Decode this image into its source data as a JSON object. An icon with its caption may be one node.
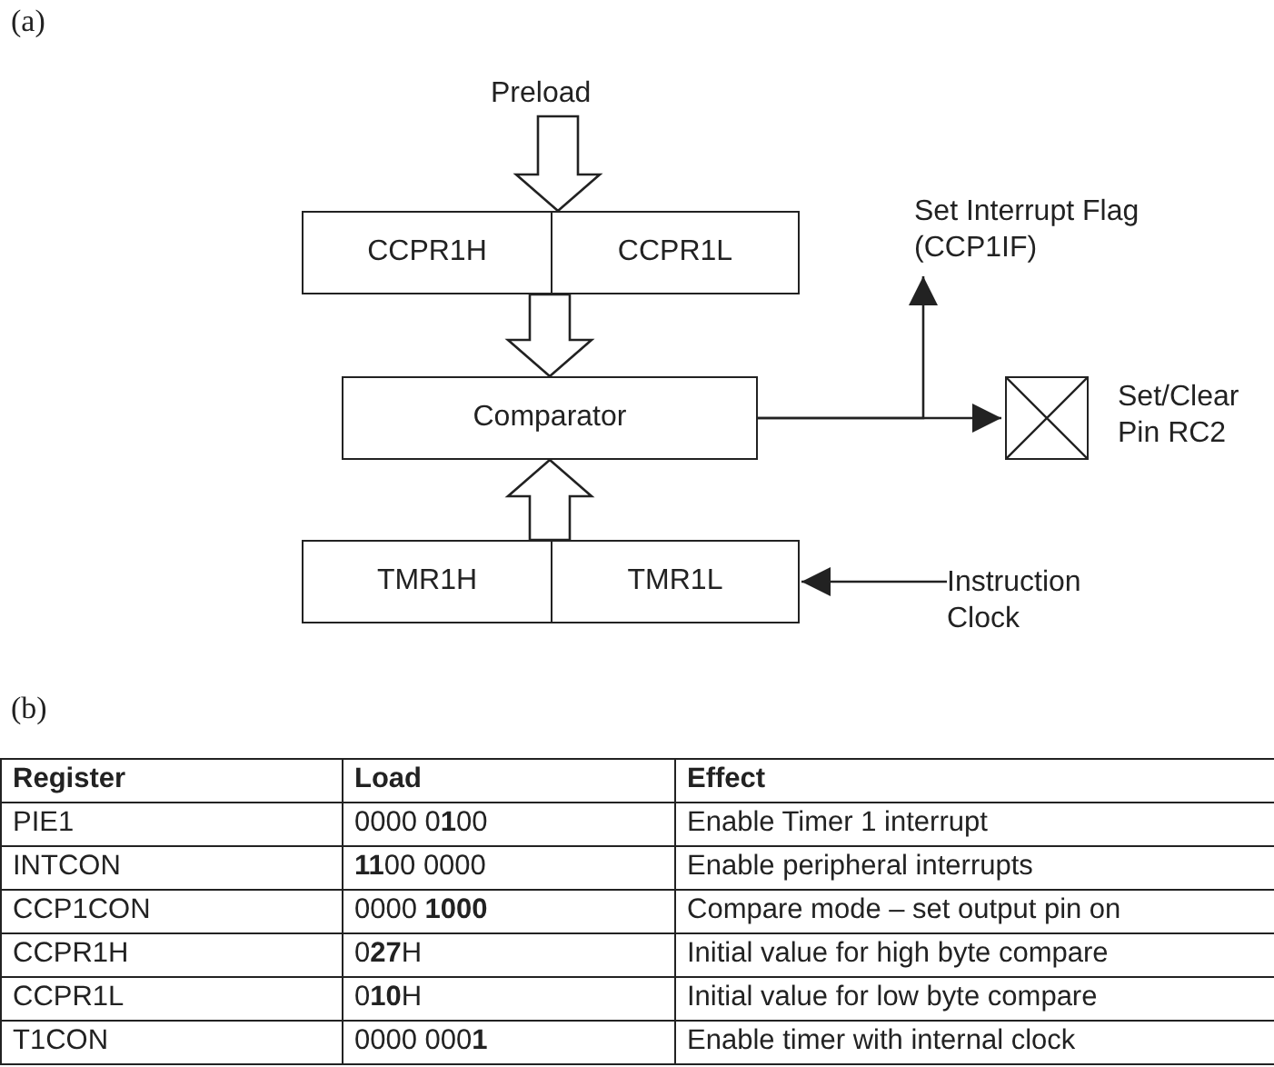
{
  "diagram": {
    "nodes": [
      {
        "text": [
          "Preload"
        ]
      },
      {
        "text": [],
        "shape": "box"
      },
      {
        "text": [
          "CCPR1H"
        ],
        "in": 1
      },
      {
        "text": [
          "CCPR1L"
        ],
        "in": 1
      },
      {
        "text": [
          "Comparator"
        ]
      },
      {
        "text": [],
        "shape": "box"
      },
      {
        "text": [
          "TMR1H"
        ],
        "in": 5
      },
      {
        "text": [
          "TMR1L"
        ],
        "in": 5
      },
      {
        "text": [
          "Set Interrupt Flag (CCP1IF)"
        ]
      },
      {
        "text": [],
        "shape": "box",
        "beside": [
          "Set/Clear Pin RC2"
        ]
      },
      {
        "text": [
          "Instruction Clock"
        ]
      }
    ],
    "edges": [
      {
        "from": 0,
        "to": 1,
        "arrow": "to",
        "style": "thick"
      },
      {
        "from": 1,
        "to": 4,
        "arrow": "to",
        "style": "thick"
      },
      {
        "from": 5,
        "to": 4,
        "arrow": "to",
        "style": "thick"
      },
      {
        "from": 4,
        "to": 8,
        "arrow": "to"
      },
      {
        "from": 4,
        "to": 9,
        "arrow": "to"
      },
      {
        "from": 10,
        "to": 7,
        "arrow": "to"
      }
    ],
    "labels": [
      "(a)",
      "(b)",
      "Register",
      "Load",
      "Effect",
      "PIE1",
      "0000 0**1**00",
      "Enable Timer 1 interrupt",
      "INTCON",
      "**11**00 0000",
      "Enable peripheral interrupts",
      "CCP1CON",
      "0000 **1000**",
      "Compare mode – set output pin on",
      "CCPR1H",
      "0**27**H",
      "Initial value for high byte compare",
      "CCPR1L",
      "0**10**H",
      "Initial value for low byte compare",
      "T1CON",
      "0000 000**1**",
      "Enable timer with internal clock"
    ]
  }
}
